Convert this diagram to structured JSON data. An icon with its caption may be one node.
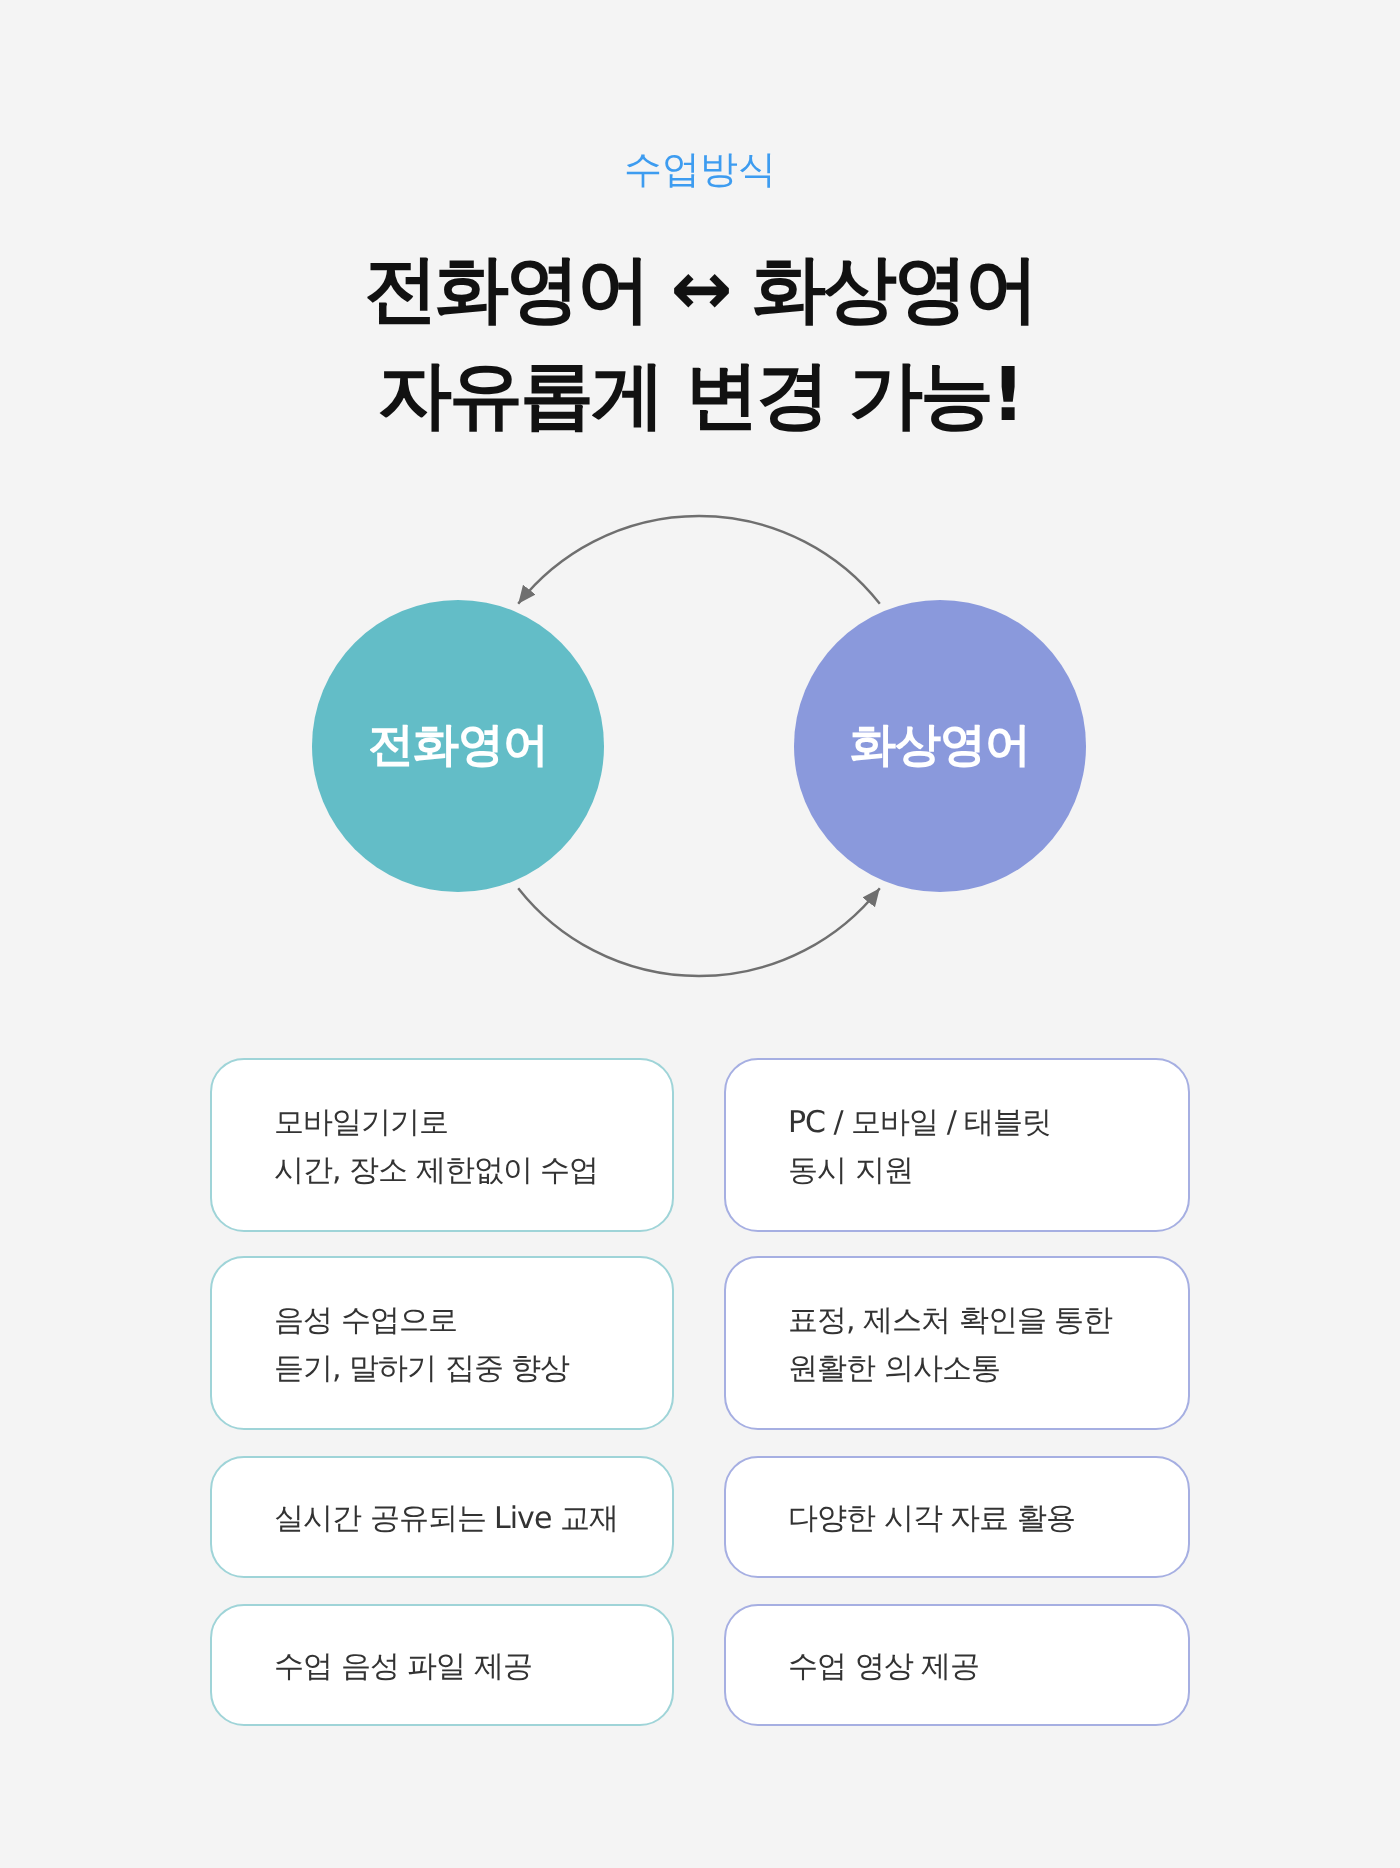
{
  "diagram": {
    "title": "전화영어 ↔ 화상영어 자유롭게 변경 가능!",
    "nodes": [
      {
        "text": [
          "전화영어"
        ]
      },
      {
        "text": [
          "화상영어"
        ]
      },
      {
        "text": [
          "모바일기기로 시간, 장소 제한없이 수업"
        ]
      },
      {
        "text": [
          "PC / 모바일 / 태블릿 동시 지원"
        ]
      },
      {
        "text": [
          "음성 수업으로 듣기, 말하기 집중 향상"
        ]
      },
      {
        "text": [
          "표정, 제스처 확인을 통한 원활한 의사소통"
        ]
      },
      {
        "text": [
          "실시간 공유되는 Live 교재"
        ]
      },
      {
        "text": [
          "다양한 시각 자료 활용"
        ]
      },
      {
        "text": [
          "수업 음성 파일 제공"
        ]
      },
      {
        "text": [
          "수업 영상 제공"
        ]
      }
    ],
    "edges": [
      {
        "from": 1,
        "to": 0,
        "arrow": "to"
      },
      {
        "from": 0,
        "to": 1,
        "arrow": "to"
      }
    ],
    "labels": [
      "수업방식"
    ]
  }
}
